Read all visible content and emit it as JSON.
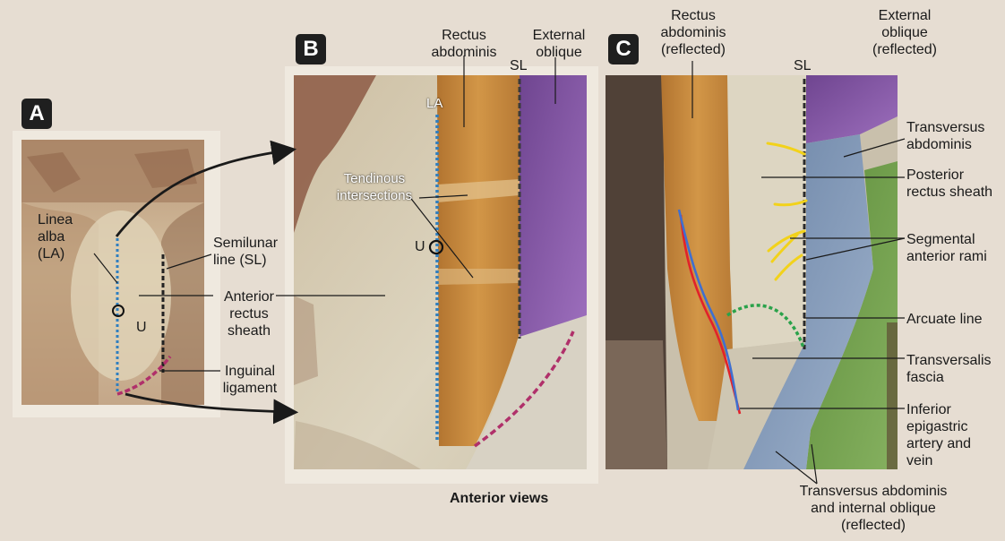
{
  "panels": {
    "a": {
      "badge": "A"
    },
    "b": {
      "badge": "B"
    },
    "c": {
      "badge": "C"
    }
  },
  "labels": {
    "a_linea_alba": "Linea\nalba\n(LA)",
    "a_semilunar": "Semilunar\nline (SL)",
    "a_u": "U",
    "a_anterior_sheath": "Anterior\nrectus\nsheath",
    "a_inguinal": "Inguinal\nligament",
    "b_rectus": "Rectus\nabdominis",
    "b_external": "External\noblique",
    "b_sl": "SL",
    "b_la": "LA",
    "b_tendinous": "Tendinous\nintersections",
    "b_u": "U",
    "c_rectus": "Rectus\nabdominis\n(reflected)",
    "c_sl": "SL",
    "c_external": "External\noblique\n(reflected)",
    "c_transversus": "Transversus\nabdominis",
    "c_posterior_sheath": "Posterior\nrectus sheath",
    "c_segmental": "Segmental\nanterior rami",
    "c_arcuate": "Arcuate line",
    "c_transversalis": "Transversalis\nfascia",
    "c_inferior_epigastric": "Inferior\nepigastric\nartery and\nvein",
    "c_transversus_internal": "Transversus abdominis\nand internal oblique\n(reflected)"
  },
  "caption": "Anterior views",
  "colors": {
    "background": "#e6ddd2",
    "rectus_muscle": "#c98a3c",
    "external_oblique": "#8a5aa8",
    "transversus": "#7c95b5",
    "internal_oblique": "#6f9a4a",
    "fascia": "#d4cdb8",
    "linea_alba_dotted": "#2f7fc0",
    "semilunar_dotted": "#222222",
    "inguinal_dashed": "#b0306a",
    "arcuate_dotted": "#2aa24a",
    "nerve": "#f2d21a",
    "artery": "#e2222a",
    "vein": "#3f6fd0"
  },
  "icons": {
    "umbilicus": "circle-marker-icon",
    "arrow": "curved-arrow-icon"
  }
}
